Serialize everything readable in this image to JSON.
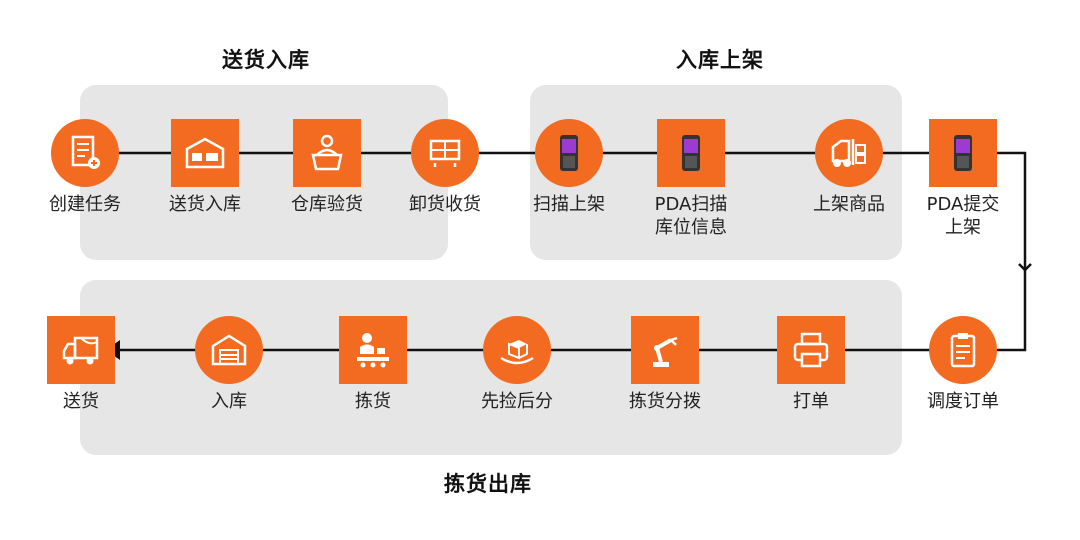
{
  "colors": {
    "accent": "#f26b21",
    "panel": "#e6e6e6",
    "line": "#111111"
  },
  "groups": {
    "inbound": "送货入库",
    "shelving": "入库上架",
    "picking": "拣货出库"
  },
  "steps": {
    "create_task": {
      "label": "创建任务",
      "icon": "task-list-icon"
    },
    "deliver_in": {
      "label": "送货入库",
      "icon": "warehouse-truck-icon"
    },
    "inspect": {
      "label": "仓库验货",
      "icon": "worker-box-icon"
    },
    "unload": {
      "label": "卸货收货",
      "icon": "loading-dock-icon"
    },
    "scan_shelf": {
      "label": "扫描上架",
      "icon": "pda-device-icon"
    },
    "pda_scan": {
      "label": "PDA扫描\n库位信息",
      "icon": "pda-device-icon"
    },
    "shelve_goods": {
      "label": "上架商品",
      "icon": "forklift-icon"
    },
    "pda_submit": {
      "label": "PDA提交\n上架",
      "icon": "pda-device-icon"
    },
    "dispatch": {
      "label": "调度订单",
      "icon": "clipboard-icon"
    },
    "print": {
      "label": "打单",
      "icon": "printer-icon"
    },
    "sort": {
      "label": "拣货分拨",
      "icon": "robot-arm-icon"
    },
    "pick_first": {
      "label": "先捡后分",
      "icon": "box-pin-icon"
    },
    "pick": {
      "label": "拣货",
      "icon": "worker-conveyor-icon"
    },
    "store": {
      "label": "入库",
      "icon": "warehouse-icon"
    },
    "ship": {
      "label": "送货",
      "icon": "delivery-truck-icon"
    }
  }
}
